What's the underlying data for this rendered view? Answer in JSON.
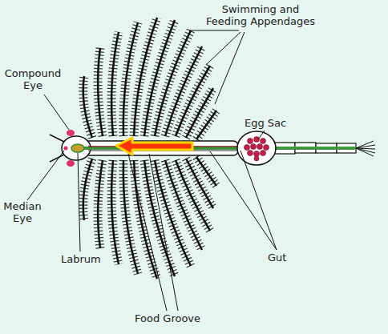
{
  "diagram": {
    "labels": [
      "Swimming and Feeding Appendages",
      "Compound Eye",
      "Egg Sac",
      "Median Eye",
      "Labrum",
      "Gut",
      "Food Groove"
    ]
  }
}
